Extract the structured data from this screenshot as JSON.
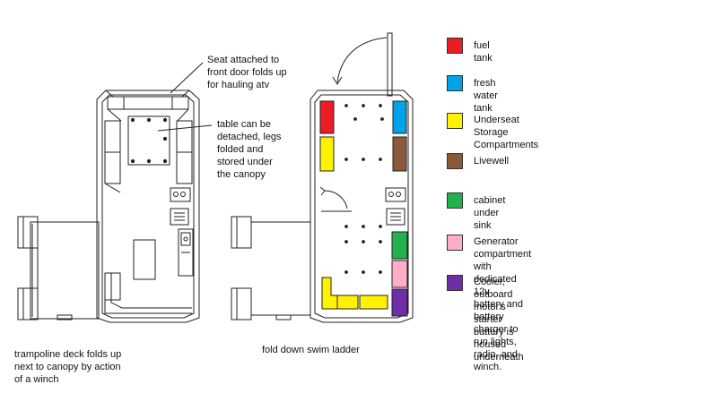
{
  "annotations": {
    "seat_note": "Seat attached to\nfront door folds up\nfor hauling atv",
    "table_note": "table can be\ndetached, legs\nfolded and\nstored under\nthe canopy",
    "trampoline_note": "trampoline deck folds up\nnext to canopy by action\nof a winch",
    "ladder_note": "fold down swim ladder"
  },
  "legend": [
    {
      "label": "fuel tank",
      "color": "#ec1c24"
    },
    {
      "label": "fresh water tank",
      "color": "#00a2e8"
    },
    {
      "label": "Underseat Storage\nCompartments",
      "color": "#fff200"
    },
    {
      "label": "Livewell",
      "color": "#8b5a3c"
    },
    {
      "label": "cabinet under sink",
      "color": "#22b14c"
    },
    {
      "label": "Generator compartment with dedicated 12v\nbattery and battery charger to run lights,\nradio, and winch.",
      "color": "#ffaec9"
    },
    {
      "label": "Cooler, outboard motor's starter\nbattery is housed underneath",
      "color": "#6f2da8"
    }
  ]
}
